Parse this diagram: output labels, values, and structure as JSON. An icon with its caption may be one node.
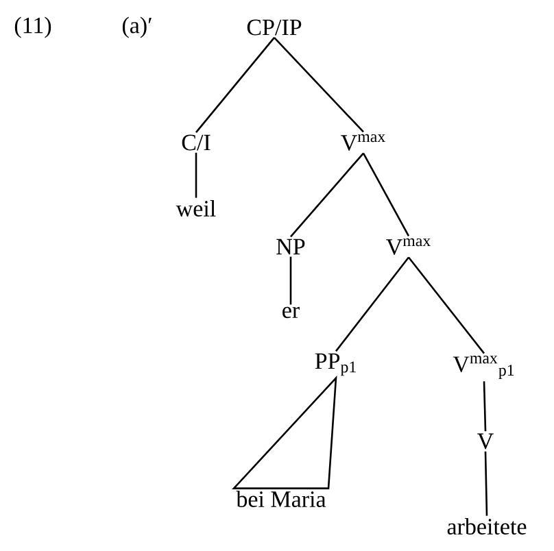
{
  "diagram": {
    "nodes": [
      {
        "text": [
          "CP/IP"
        ]
      },
      {
        "text": [
          "C/I"
        ]
      },
      {
        "text": [
          "V$^{max}$"
        ]
      },
      {
        "text": [
          "weil"
        ]
      },
      {
        "text": [
          "NP"
        ]
      },
      {
        "text": [
          "V$^{max}$"
        ]
      },
      {
        "text": [
          "er"
        ]
      },
      {
        "text": [
          "PP$_{p1}$"
        ]
      },
      {
        "text": [
          "V$^{max}$$_{p1}$"
        ]
      },
      {
        "text": [
          "V"
        ]
      },
      {
        "text": [
          "bei Maria"
        ]
      },
      {
        "text": [
          "arbeitete"
        ]
      }
    ],
    "edges": [
      {
        "from": 0,
        "to": 1,
        "arrow": "none"
      },
      {
        "from": 0,
        "to": 2,
        "arrow": "none"
      },
      {
        "from": 1,
        "to": 3,
        "arrow": "none"
      },
      {
        "from": 2,
        "to": 4,
        "arrow": "none"
      },
      {
        "from": 2,
        "to": 5,
        "arrow": "none"
      },
      {
        "from": 4,
        "to": 6,
        "arrow": "none"
      },
      {
        "from": 5,
        "to": 7,
        "arrow": "none"
      },
      {
        "from": 5,
        "to": 8,
        "arrow": "none"
      },
      {
        "from": 7,
        "to": 10,
        "arrow": "none"
      },
      {
        "from": 8,
        "to": 9,
        "arrow": "none"
      },
      {
        "from": 9,
        "to": 11,
        "arrow": "none"
      }
    ],
    "labels": [
      "(11)",
      "(a)′"
    ]
  }
}
